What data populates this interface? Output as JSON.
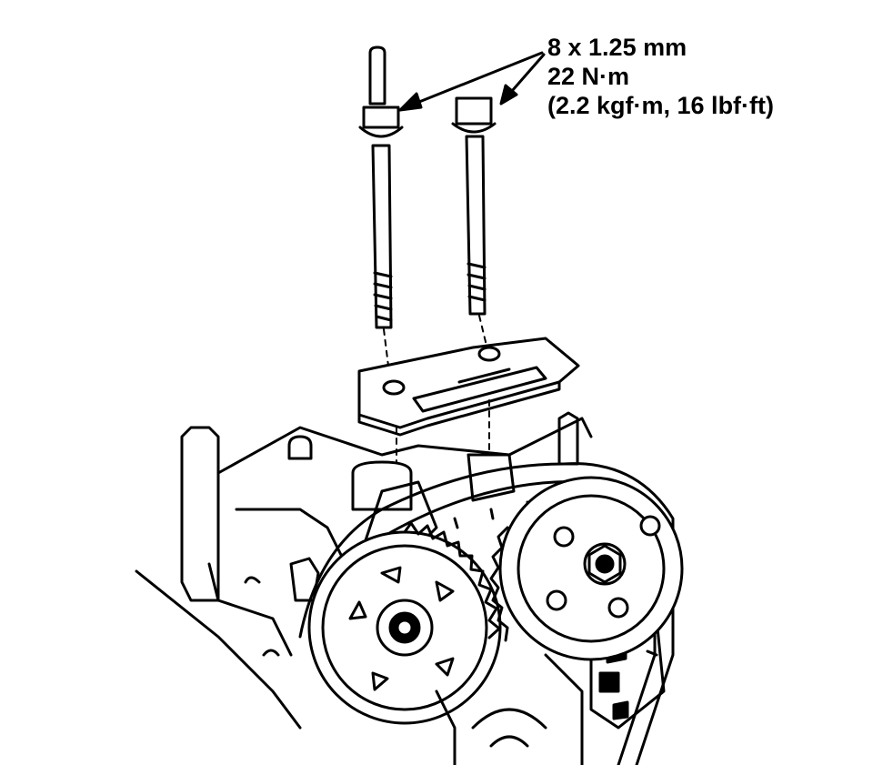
{
  "spec": {
    "size": "8 x 1.25 mm",
    "torque_nm": "22 N·m",
    "torque_alt": "(2.2 kgf·m, 16 lbf·ft)"
  },
  "colors": {
    "line": "#000000",
    "background": "#ffffff"
  },
  "icons": [
    "bolt-icon",
    "chain-guide-icon",
    "camshaft-sprocket-icon",
    "timing-chain-icon"
  ]
}
